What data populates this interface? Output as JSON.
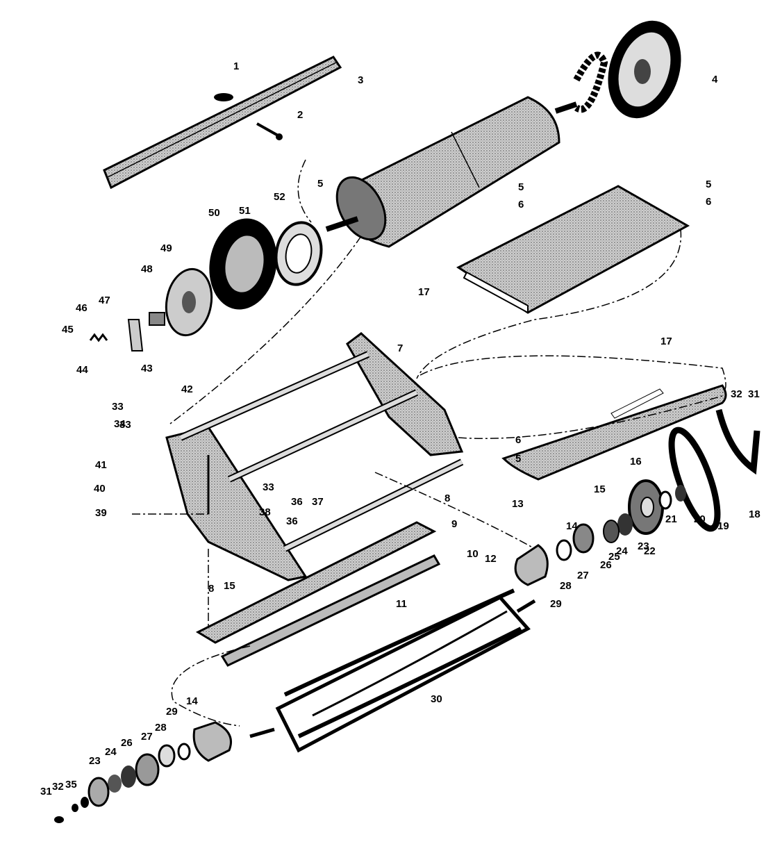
{
  "colors": {
    "ink": "#000000",
    "shade": "#b4b4b4",
    "light": "#d6d6d6",
    "paper": "#ffffff"
  },
  "callouts": [
    "1",
    "2",
    "3",
    "4",
    "5",
    "6",
    "5",
    "6",
    "7",
    "8",
    "8",
    "9",
    "10",
    "11",
    "12",
    "13",
    "14",
    "14",
    "15",
    "15",
    "16",
    "17",
    "17",
    "18",
    "19",
    "20",
    "21",
    "22",
    "23",
    "23",
    "24",
    "24",
    "25",
    "26",
    "26",
    "27",
    "27",
    "28",
    "28",
    "29",
    "29",
    "30",
    "31",
    "31",
    "32",
    "32",
    "33",
    "33",
    "33",
    "34",
    "35",
    "36",
    "36",
    "37",
    "38",
    "39",
    "40",
    "41",
    "42",
    "43",
    "44",
    "45",
    "46",
    "47",
    "48",
    "49",
    "50",
    "51",
    "52",
    "5",
    "6",
    "5",
    "6"
  ]
}
